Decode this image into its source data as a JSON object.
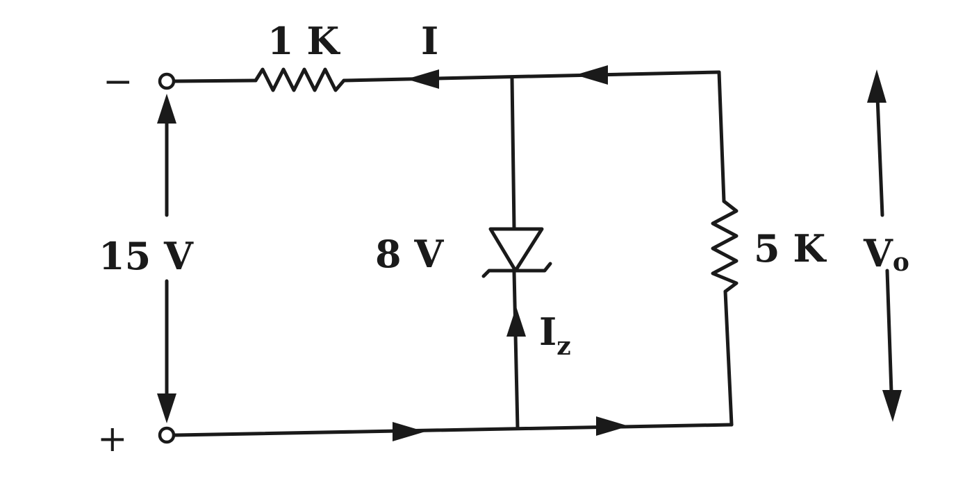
{
  "diagram": {
    "components": {
      "series_resistor": {
        "value": "1 K"
      },
      "zener_diode": {
        "breakdown_voltage": "8 V"
      },
      "load_resistor": {
        "value": "5 K"
      }
    },
    "source": {
      "voltage": "15 V",
      "negative_terminal": "−",
      "positive_terminal": "+"
    },
    "currents": {
      "main": "I",
      "zener_main": "I",
      "zener_sub": "z"
    },
    "output": {
      "main": "V",
      "sub": "o"
    }
  },
  "colors": {
    "ink": "#1a1a1a",
    "background": "#ffffff"
  }
}
